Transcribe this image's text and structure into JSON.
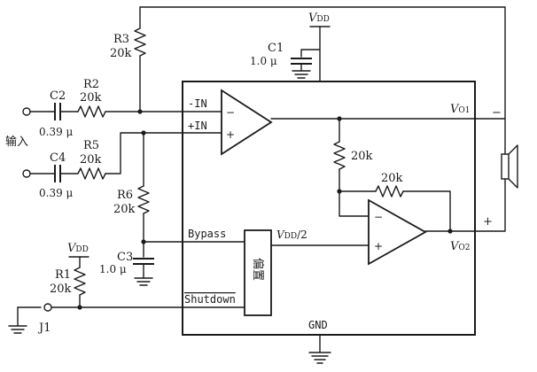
{
  "supply": {
    "vdd_main": "V",
    "vdd_sub": "DD",
    "gnd": "GND"
  },
  "caps": {
    "c1": {
      "name": "C1",
      "value": "1.0 μ"
    },
    "c2": {
      "name": "C2",
      "value": "0.39 μ"
    },
    "c3": {
      "name": "C3",
      "value": "1.0 μ"
    },
    "c4": {
      "name": "C4",
      "value": "0.39 μ"
    }
  },
  "resistors": {
    "r1": {
      "name": "R1",
      "value": "20k"
    },
    "r2": {
      "name": "R2",
      "value": "20k"
    },
    "r3": {
      "name": "R3",
      "value": "20k"
    },
    "r5": {
      "name": "R5",
      "value": "20k"
    },
    "r6": {
      "name": "R6",
      "value": "20k"
    },
    "r_mid": {
      "value": "20k"
    },
    "r_fb": {
      "value": "20k"
    }
  },
  "pins": {
    "neg_in": "-IN",
    "pos_in": "+IN",
    "bypass": "Bypass",
    "shutdown": "Shutdown",
    "vdd_half": "/2",
    "vo1_main": "V",
    "vo1_sub": "O1",
    "vo2_main": "V",
    "vo2_sub": "O2"
  },
  "labels": {
    "input": "输入",
    "bias": "偏置",
    "jumper": "J1",
    "speaker_minus": "−",
    "speaker_plus": "+",
    "opamp_minus": "−",
    "opamp_plus": "+"
  }
}
